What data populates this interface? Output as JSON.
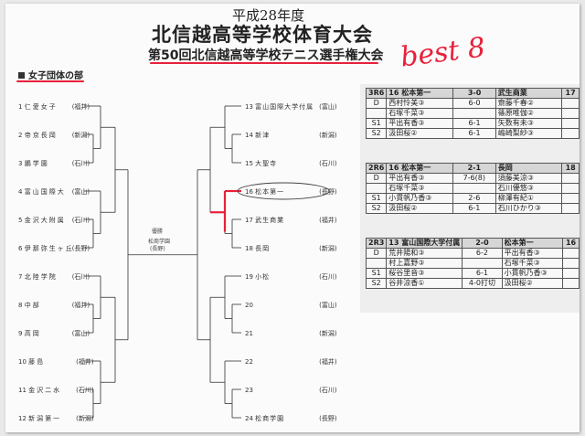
{
  "header": {
    "year_line": "平成28年度",
    "main_title": "北信越高等学校体育大会",
    "sub_title": "第50回北信越高等学校テニス選手権大会",
    "annotation": "best 8"
  },
  "section": {
    "label": "女子団体の部"
  },
  "center": {
    "label1": "優勝",
    "label2": "松商学園",
    "label3": "(長野)"
  },
  "bracket": {
    "left": [
      {
        "no": "1",
        "name": "仁愛女子",
        "pref": "(福井)"
      },
      {
        "no": "2",
        "name": "帝京長岡",
        "pref": "(新潟)"
      },
      {
        "no": "3",
        "name": "鵬学園",
        "pref": "(石川)"
      },
      {
        "no": "4",
        "name": "富山国際大",
        "pref": "(富山)"
      },
      {
        "no": "5",
        "name": "金沢大附属",
        "pref": "(石川)"
      },
      {
        "no": "6",
        "name": "伊那弥生ヶ丘",
        "pref": "(長野)"
      },
      {
        "no": "7",
        "name": "北陸学院",
        "pref": "(石川)"
      },
      {
        "no": "8",
        "name": "中部",
        "pref": "(福井)"
      },
      {
        "no": "9",
        "name": "高岡",
        "pref": "(富山)"
      },
      {
        "no": "10",
        "name": "藤島",
        "pref": "(福井)"
      },
      {
        "no": "11",
        "name": "金沢二水",
        "pref": "(石川)"
      },
      {
        "no": "12",
        "name": "新潟第一",
        "pref": "(新潟)"
      }
    ],
    "right": [
      {
        "no": "13",
        "name": "富山国際大学付属",
        "pref": "(富山)"
      },
      {
        "no": "14",
        "name": "新津",
        "pref": "(新潟)"
      },
      {
        "no": "15",
        "name": "大聖寺",
        "pref": "(石川)"
      },
      {
        "no": "16",
        "name": "松本第一",
        "pref": "(長野)"
      },
      {
        "no": "17",
        "name": "武生商業",
        "pref": "(福井)"
      },
      {
        "no": "18",
        "name": "長岡",
        "pref": "(新潟)"
      },
      {
        "no": "19",
        "name": "小松",
        "pref": "(石川)"
      },
      {
        "no": "20",
        "name": "",
        "pref": "(富山)"
      },
      {
        "no": "21",
        "name": "",
        "pref": "(新潟)"
      },
      {
        "no": "22",
        "name": "",
        "pref": "(福井)"
      },
      {
        "no": "23",
        "name": "",
        "pref": "(石川)"
      },
      {
        "no": "24",
        "name": "松商学園",
        "pref": "(長野)"
      }
    ]
  },
  "matches": [
    {
      "round": "3R6",
      "left_no": "16",
      "left_team": "松本第一",
      "score": "3-0",
      "right_team": "武生商業",
      "right_no": "17",
      "rows": [
        {
          "type": "D",
          "a": "西村怜美③",
          "s": "6-0",
          "b": "齋藤千春②"
        },
        {
          "type": "",
          "a": "石塚千菜③",
          "s": "",
          "b": "篠原唯伽②"
        },
        {
          "type": "S1",
          "a": "平出有香③",
          "s": "6-1",
          "b": "矢数有未③"
        },
        {
          "type": "S2",
          "a": "汲田桜②",
          "s": "6-1",
          "b": "嶋崎梨紗③"
        }
      ]
    },
    {
      "round": "2R6",
      "left_no": "16",
      "left_team": "松本第一",
      "score": "2-1",
      "right_team": "長岡",
      "right_no": "18",
      "rows": [
        {
          "type": "D",
          "a": "平出有香③",
          "s": "7-6(8)",
          "b": "須藤美涼③"
        },
        {
          "type": "",
          "a": "石塚千菜③",
          "s": "",
          "b": "石川優悠③"
        },
        {
          "type": "S1",
          "a": "小貫帆乃香③",
          "s": "2-6",
          "b": "柳澤有紀①"
        },
        {
          "type": "S2",
          "a": "汲田桜②",
          "s": "6-1",
          "b": "石川ひかり③"
        }
      ]
    },
    {
      "round": "2R3",
      "left_no": "13",
      "left_team": "富山国際大学付属",
      "score": "2-0",
      "right_team": "松本第一",
      "right_no": "16",
      "rows": [
        {
          "type": "D",
          "a": "荒井陽和③",
          "s": "6-2",
          "b": "平出有香③"
        },
        {
          "type": "",
          "a": "村上嘉野③",
          "s": "",
          "b": "石塚千菜③"
        },
        {
          "type": "S1",
          "a": "桜谷里音③",
          "s": "6-1",
          "b": "小貫帆乃香③"
        },
        {
          "type": "S2",
          "a": "谷井涼香①",
          "s": "4-0打切",
          "b": "汲田桜②"
        }
      ]
    }
  ],
  "colors": {
    "annotation": "#e8203a",
    "line": "#333333"
  }
}
